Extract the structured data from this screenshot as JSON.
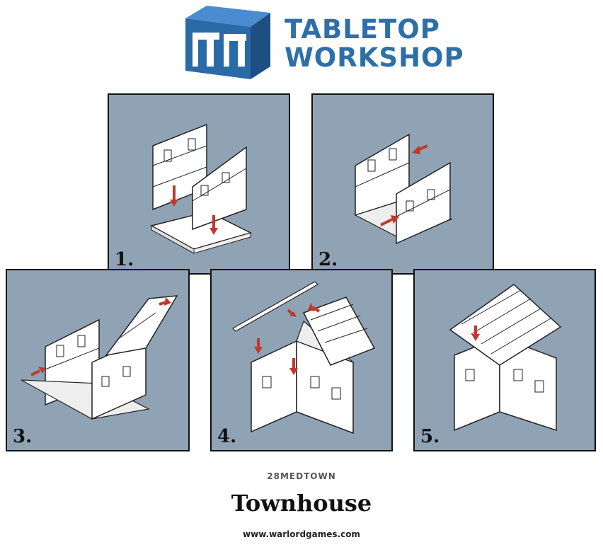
{
  "brand": {
    "line1": "TABLETOP",
    "line2": "WORKSHOP",
    "color": "#2f6fa7"
  },
  "steps": [
    {
      "number": "1."
    },
    {
      "number": "2."
    },
    {
      "number": "3."
    },
    {
      "number": "4."
    },
    {
      "number": "5."
    }
  ],
  "panel_color": "#8fa3b5",
  "arrow_color": "#c0392b",
  "footer": {
    "series": "28MEDTOWN",
    "title": "Townhouse",
    "url": "www.warlordgames.com"
  }
}
